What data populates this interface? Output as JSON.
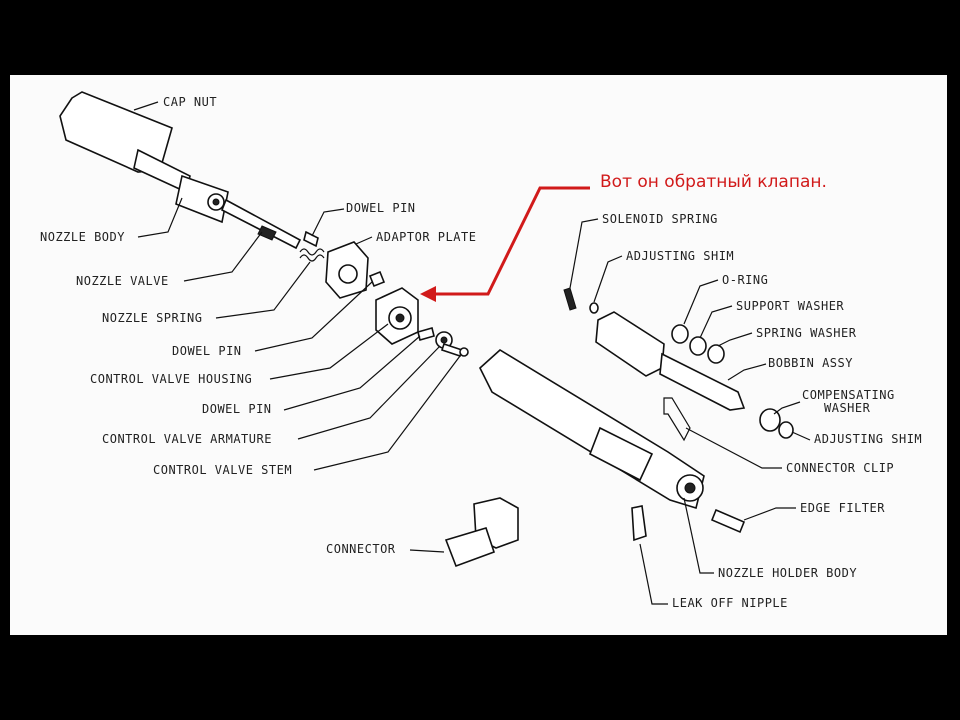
{
  "annotation": {
    "text": "Вот он обратный клапан.",
    "color": "#d11a1a"
  },
  "labels": {
    "cap_nut": "CAP NUT",
    "nozzle_body": "NOZZLE BODY",
    "nozzle_valve": "NOZZLE VALVE",
    "nozzle_spring": "NOZZLE SPRING",
    "dowel_pin_1": "DOWEL PIN",
    "adaptor_plate": "ADAPTOR PLATE",
    "dowel_pin_2": "DOWEL PIN",
    "control_valve_housing": "CONTROL VALVE HOUSING",
    "dowel_pin_3": "DOWEL PIN",
    "control_valve_armature": "CONTROL VALVE ARMATURE",
    "control_valve_stem": "CONTROL VALVE STEM",
    "connector": "CONNECTOR",
    "solenoid_spring": "SOLENOID SPRING",
    "adjusting_shim_1": "ADJUSTING SHIM",
    "o_ring": "O-RING",
    "support_washer": "SUPPORT WASHER",
    "spring_washer": "SPRING WASHER",
    "bobbin_assy": "BOBBIN ASSY",
    "compensating_washer_1": "COMPENSATING",
    "compensating_washer_2": "WASHER",
    "adjusting_shim_2": "ADJUSTING SHIM",
    "connector_clip": "CONNECTOR CLIP",
    "edge_filter": "EDGE FILTER",
    "nozzle_holder_body": "NOZZLE HOLDER BODY",
    "leak_off_nipple": "LEAK OFF NIPPLE"
  }
}
